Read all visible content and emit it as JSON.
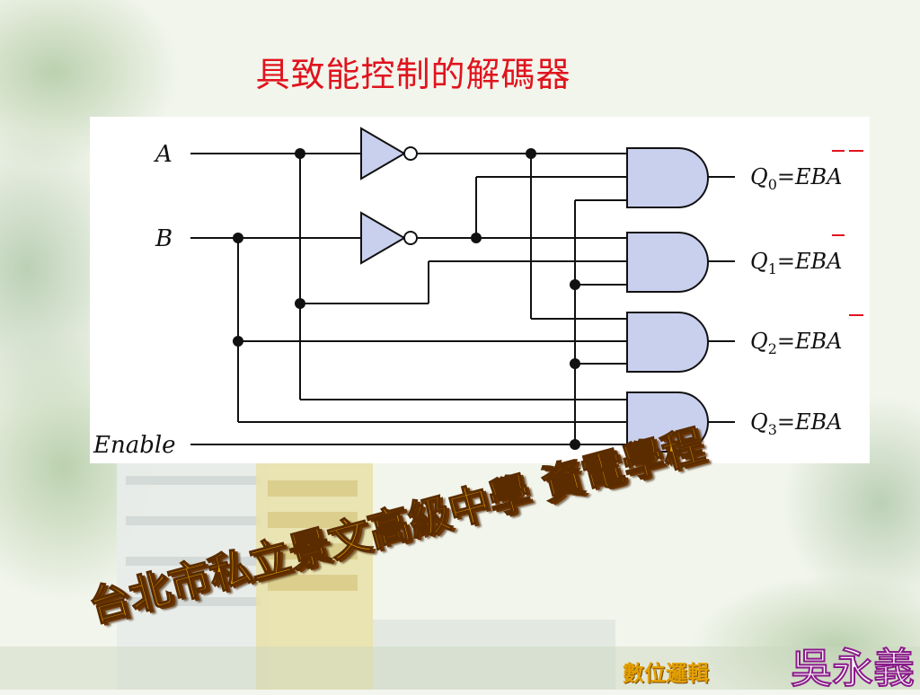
{
  "slide": {
    "title": "具致能控制的解碼器",
    "school": "台北市私立景文高級中學  資電學程",
    "course": "數位邏輯",
    "author": "吳永義"
  },
  "diagram": {
    "inputs": {
      "a": "A",
      "b": "B",
      "enable": "Enable"
    },
    "outputs": [
      {
        "q": "Q",
        "sub": "0",
        "eq": "=EBA",
        "bar_b": true,
        "bar_a": true
      },
      {
        "q": "Q",
        "sub": "1",
        "eq": "=EBA",
        "bar_b": true,
        "bar_a": false
      },
      {
        "q": "Q",
        "sub": "2",
        "eq": "=EBA",
        "bar_b": false,
        "bar_a": true
      },
      {
        "q": "Q",
        "sub": "3",
        "eq": "=EBA",
        "bar_b": false,
        "bar_a": false
      }
    ]
  },
  "colors": {
    "title": "#e0141e",
    "gate_fill": "#c9d0ee",
    "wire": "#111111"
  }
}
